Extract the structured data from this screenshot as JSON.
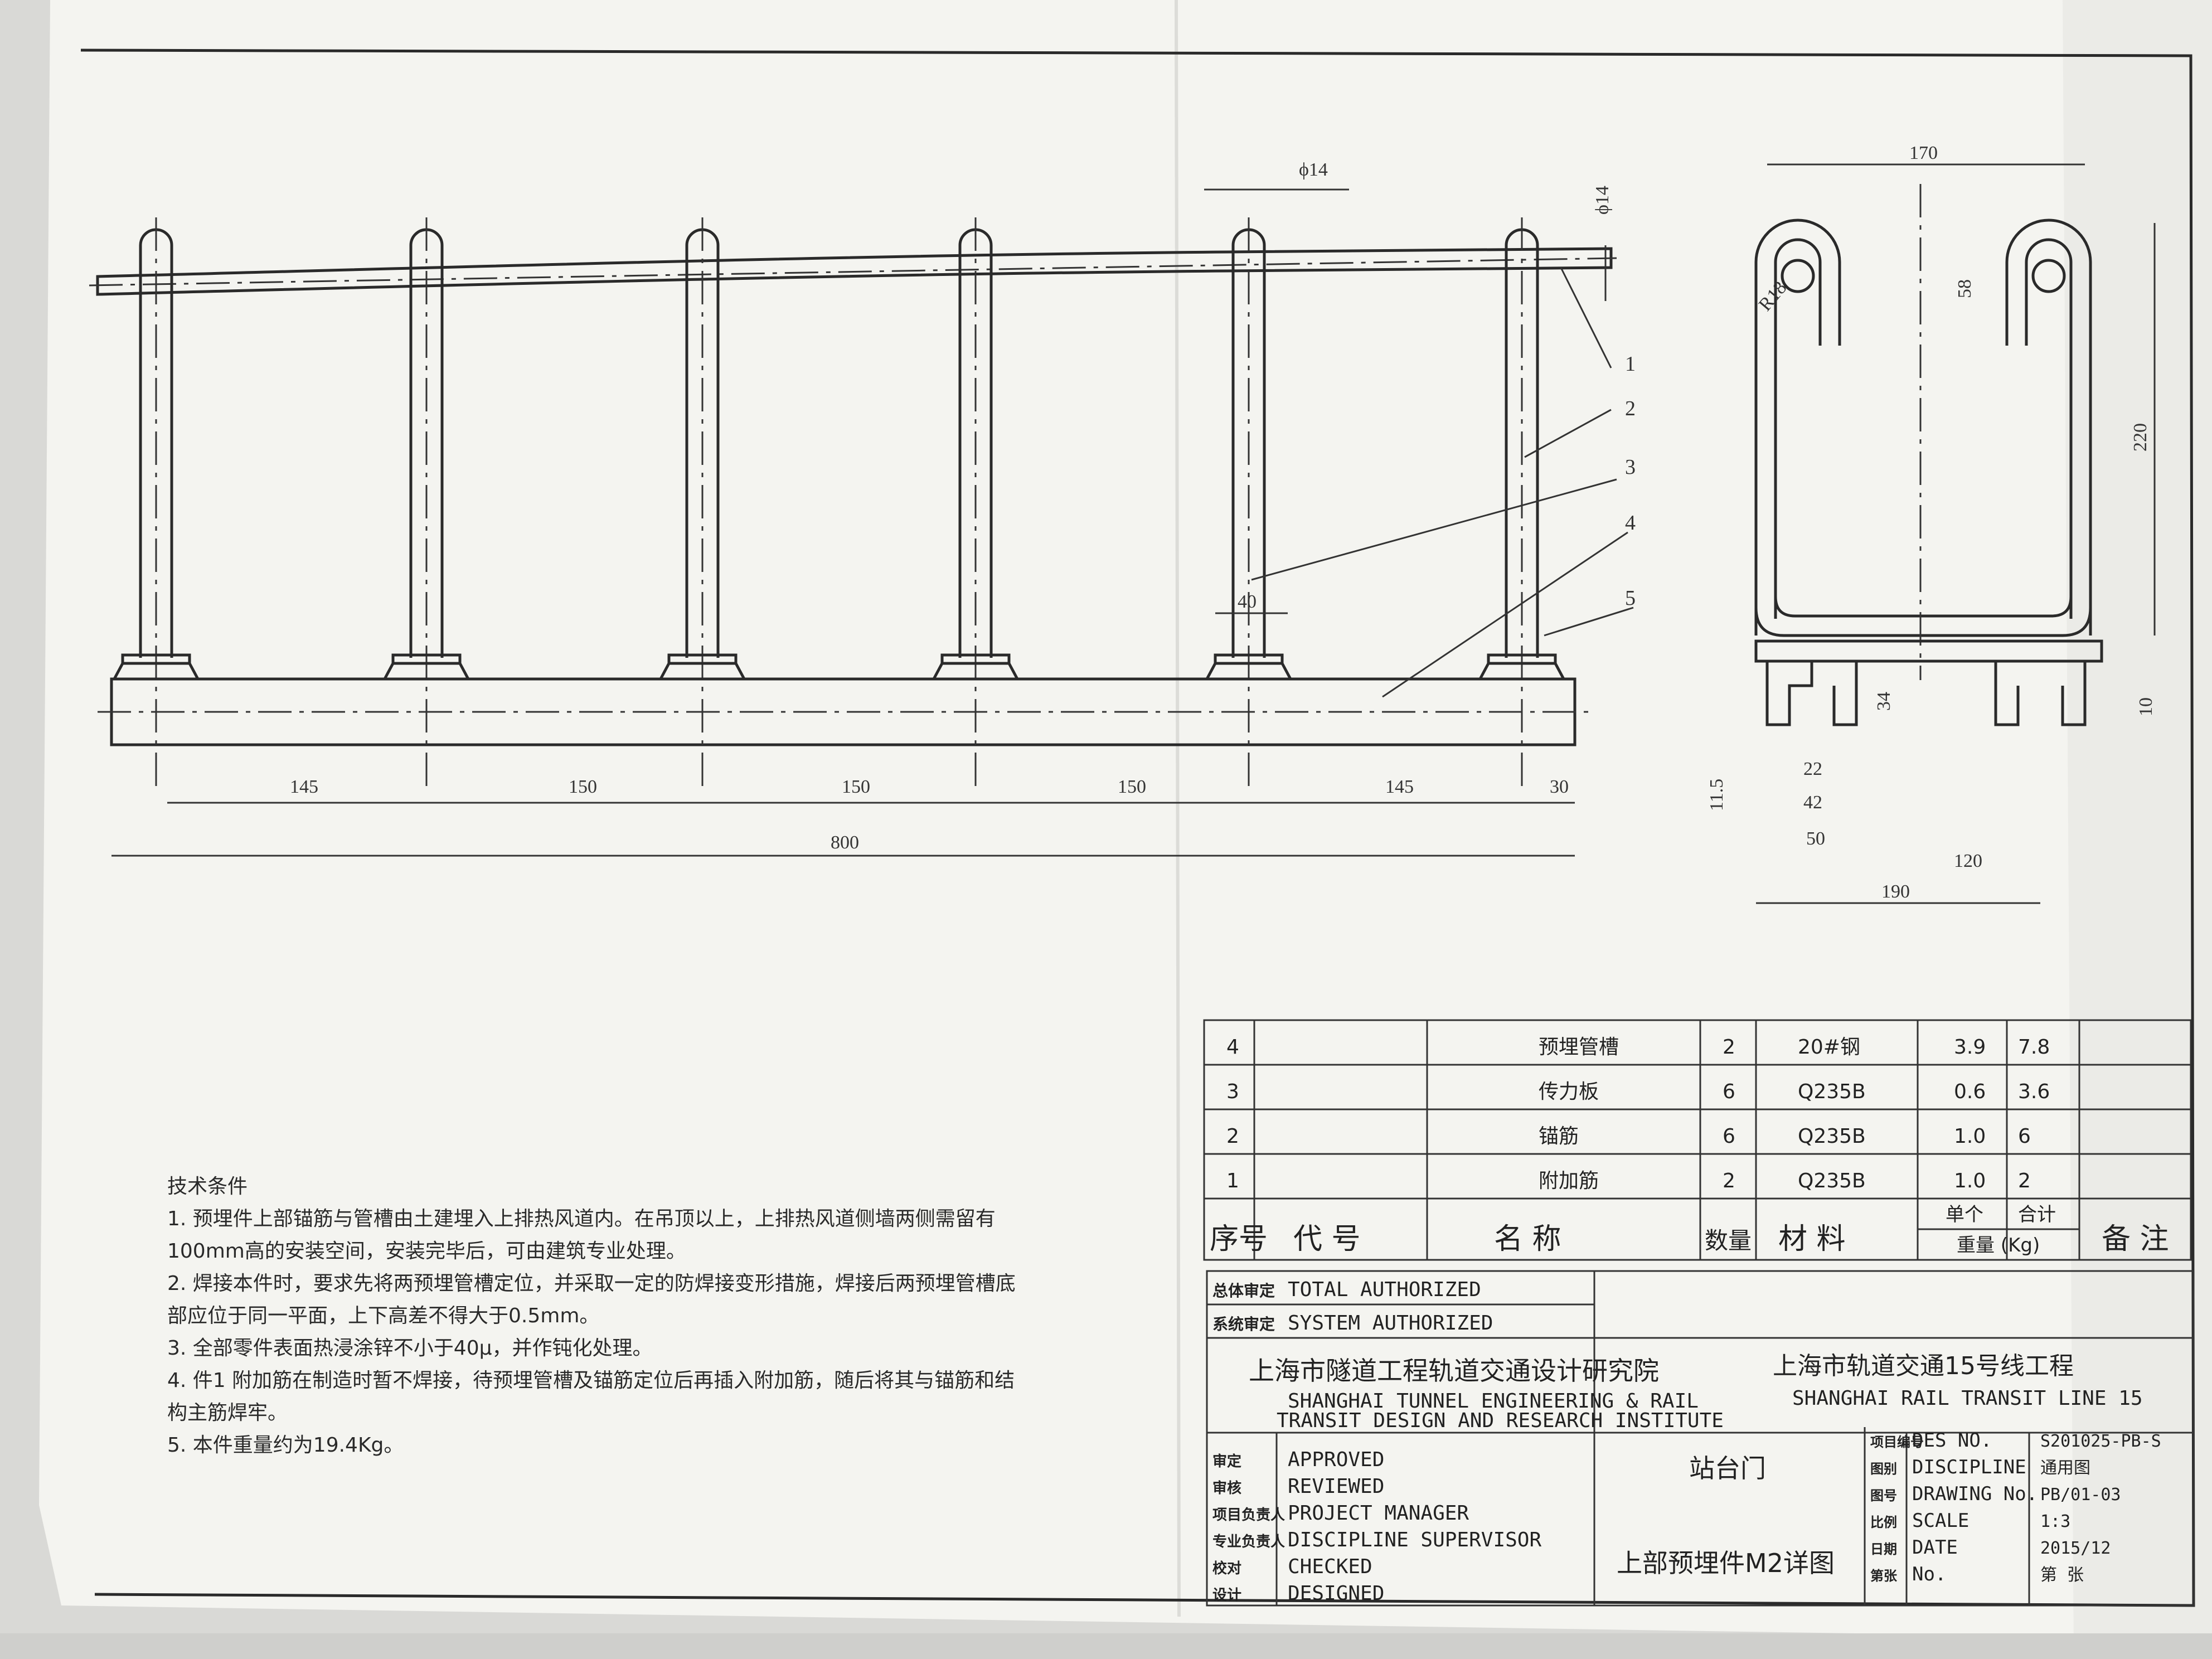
{
  "drawing": {
    "leaders": [
      "1",
      "2",
      "3",
      "4",
      "5"
    ],
    "front_dims": {
      "pipe_dia": "ϕ14",
      "pipe_dia_v": "ϕ14",
      "plate_w": "40",
      "spacings": [
        "145",
        "150",
        "150",
        "150",
        "145",
        "30"
      ],
      "total": "800"
    },
    "side_dims": {
      "width_top": "170",
      "radius": "R18",
      "hook": "58",
      "height": "220",
      "channel_h": "34",
      "plate_t": "10",
      "gap": "11.5",
      "slot": "22",
      "inner": "42",
      "ch_w": "50",
      "ch_c": "120",
      "overall": "190"
    }
  },
  "notes": {
    "title": "技术条件",
    "lines": [
      "1. 预埋件上部锚筋与管槽由土建埋入上排热风道内。在吊顶以上，上排热风道侧墙两侧需留有",
      "100mm高的安装空间，安装完毕后，可由建筑专业处理。",
      "2. 焊接本件时，要求先将两预埋管槽定位，并采取一定的防焊接变形措施，焊接后两预埋管槽底",
      "部应位于同一平面，上下高差不得大于0.5mm。",
      "3. 全部零件表面热浸涂锌不小于40μ，并作钝化处理。",
      "4. 件1 附加筋在制造时暂不焊接，待预埋管槽及锚筋定位后再插入附加筋，随后将其与锚筋和结",
      "构主筋焊牢。",
      "5. 本件重量约为19.4Kg。"
    ]
  },
  "bom": {
    "rows": [
      {
        "no": "4",
        "code": "",
        "name": "预埋管槽",
        "qty": "2",
        "material": "20#钢",
        "unit": "3.9",
        "total": "7.8",
        "remark": ""
      },
      {
        "no": "3",
        "code": "",
        "name": "传力板",
        "qty": "6",
        "material": "Q235B",
        "unit": "0.6",
        "total": "3.6",
        "remark": ""
      },
      {
        "no": "2",
        "code": "",
        "name": "锚筋",
        "qty": "6",
        "material": "Q235B",
        "unit": "1.0",
        "total": "6",
        "remark": ""
      },
      {
        "no": "1",
        "code": "",
        "name": "附加筋",
        "qty": "2",
        "material": "Q235B",
        "unit": "1.0",
        "total": "2",
        "remark": ""
      }
    ],
    "header": {
      "no": "序号",
      "code": "代 号",
      "name": "名 称",
      "qty": "数量",
      "material": "材 料",
      "unit": "单个",
      "total": "合计",
      "weight": "重量 (Kg)",
      "remark": "备 注"
    }
  },
  "titleblock": {
    "total_cn": "总体审定",
    "total_en": "TOTAL AUTHORIZED",
    "system_cn": "系统审定",
    "system_en": "SYSTEM AUTHORIZED",
    "institute_cn": "上海市隧道工程轨道交通设计研究院",
    "institute_en1": "SHANGHAI TUNNEL ENGINEERING & RAIL",
    "institute_en2": "TRANSIT DESIGN AND RESEARCH INSTITUTE",
    "project_cn": "上海市轨道交通15号线工程",
    "project_en": "SHANGHAI RAIL TRANSIT LINE 15",
    "subsystem": "站台门",
    "drawing_title": "上部预埋件M2详图",
    "roles": [
      {
        "cn": "审定",
        "en": "APPROVED"
      },
      {
        "cn": "审核",
        "en": "REVIEWED"
      },
      {
        "cn": "项目负责人",
        "en": "PROJECT MANAGER"
      },
      {
        "cn": "专业负责人",
        "en": "DISCIPLINE SUPERVISOR"
      },
      {
        "cn": "校对",
        "en": "CHECKED"
      },
      {
        "cn": "设计",
        "en": "DESIGNED"
      }
    ],
    "meta": [
      {
        "cn": "项目编号",
        "en": "DES NO.",
        "value": "S201025-PB-S"
      },
      {
        "cn": "图别",
        "en": "DISCIPLINE",
        "value": "通用图"
      },
      {
        "cn": "图号",
        "en": "DRAWING No.",
        "value": "PB/01-03"
      },
      {
        "cn": "比例",
        "en": "SCALE",
        "value": "1:3"
      },
      {
        "cn": "日期",
        "en": "DATE",
        "value": "2015/12"
      },
      {
        "cn": "第张",
        "en": "No.",
        "value": "第 张"
      }
    ]
  }
}
